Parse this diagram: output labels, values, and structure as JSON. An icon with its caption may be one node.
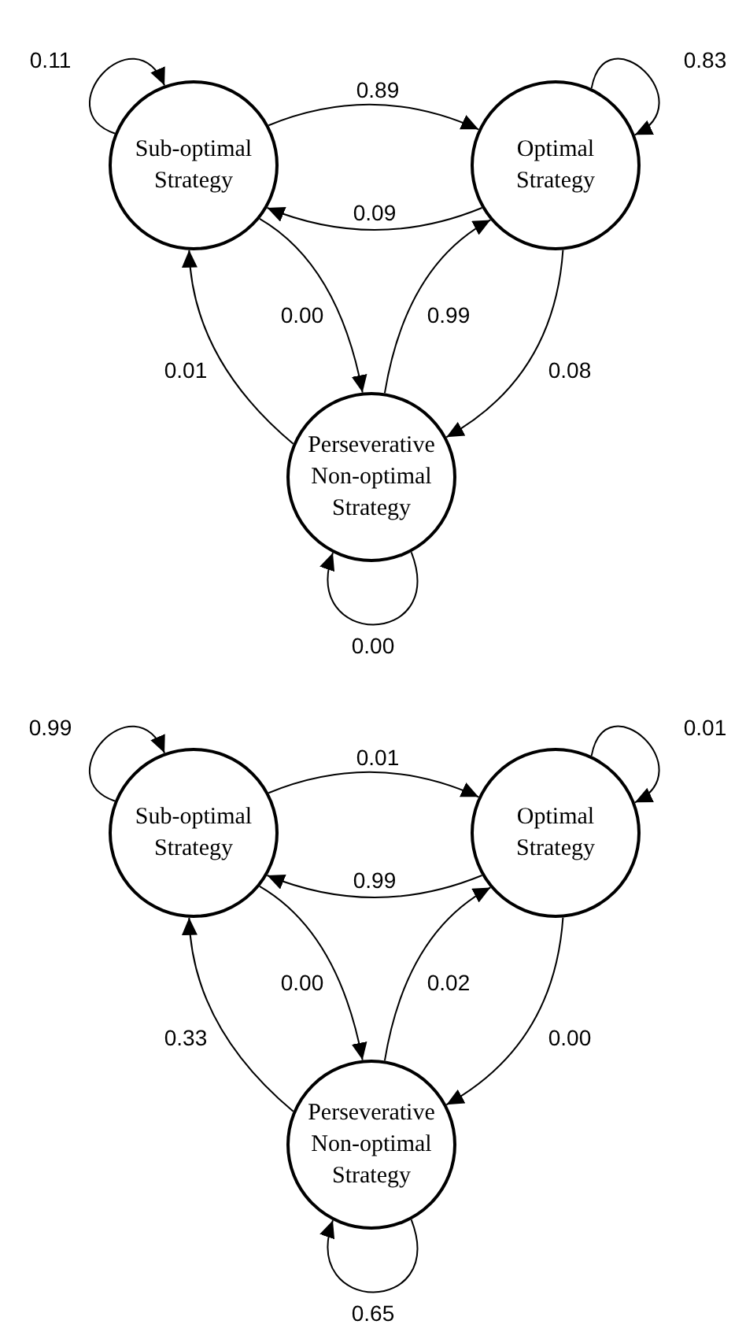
{
  "diagram": {
    "nodes": [
      {
        "text": [
          "Sub-optimal Strategy"
        ]
      },
      {
        "text": [
          "Optimal Strategy"
        ]
      },
      {
        "text": [
          "Perseverative Non-optimal Strategy"
        ]
      },
      {
        "text": [
          "Sub-optimal Strategy"
        ]
      },
      {
        "text": [
          "Optimal Strategy"
        ]
      },
      {
        "text": [
          "Perseverative Non-optimal Strategy"
        ]
      }
    ],
    "edges": [
      {
        "from": 0,
        "to": 0,
        "arrow": "to",
        "label": "0.11"
      },
      {
        "from": 1,
        "to": 1,
        "arrow": "to",
        "label": "0.83"
      },
      {
        "from": 0,
        "to": 1,
        "arrow": "to",
        "label": "0.89"
      },
      {
        "from": 1,
        "to": 0,
        "arrow": "to",
        "label": "0.09"
      },
      {
        "from": 0,
        "to": 2,
        "arrow": "to",
        "label": "0.00"
      },
      {
        "from": 2,
        "to": 1,
        "arrow": "to",
        "label": "0.99"
      },
      {
        "from": 2,
        "to": 0,
        "arrow": "to",
        "label": "0.01"
      },
      {
        "from": 1,
        "to": 2,
        "arrow": "to",
        "label": "0.08"
      },
      {
        "from": 2,
        "to": 2,
        "arrow": "to",
        "label": "0.00"
      },
      {
        "from": 3,
        "to": 3,
        "arrow": "to",
        "label": "0.99"
      },
      {
        "from": 4,
        "to": 4,
        "arrow": "to",
        "label": "0.01"
      },
      {
        "from": 3,
        "to": 4,
        "arrow": "to",
        "label": "0.01"
      },
      {
        "from": 4,
        "to": 3,
        "arrow": "to",
        "label": "0.99"
      },
      {
        "from": 3,
        "to": 5,
        "arrow": "to",
        "label": "0.00"
      },
      {
        "from": 5,
        "to": 4,
        "arrow": "to",
        "label": "0.02"
      },
      {
        "from": 5,
        "to": 3,
        "arrow": "to",
        "label": "0.33"
      },
      {
        "from": 4,
        "to": 5,
        "arrow": "to",
        "label": "0.00"
      },
      {
        "from": 5,
        "to": 5,
        "arrow": "to",
        "label": "0.65"
      }
    ]
  }
}
